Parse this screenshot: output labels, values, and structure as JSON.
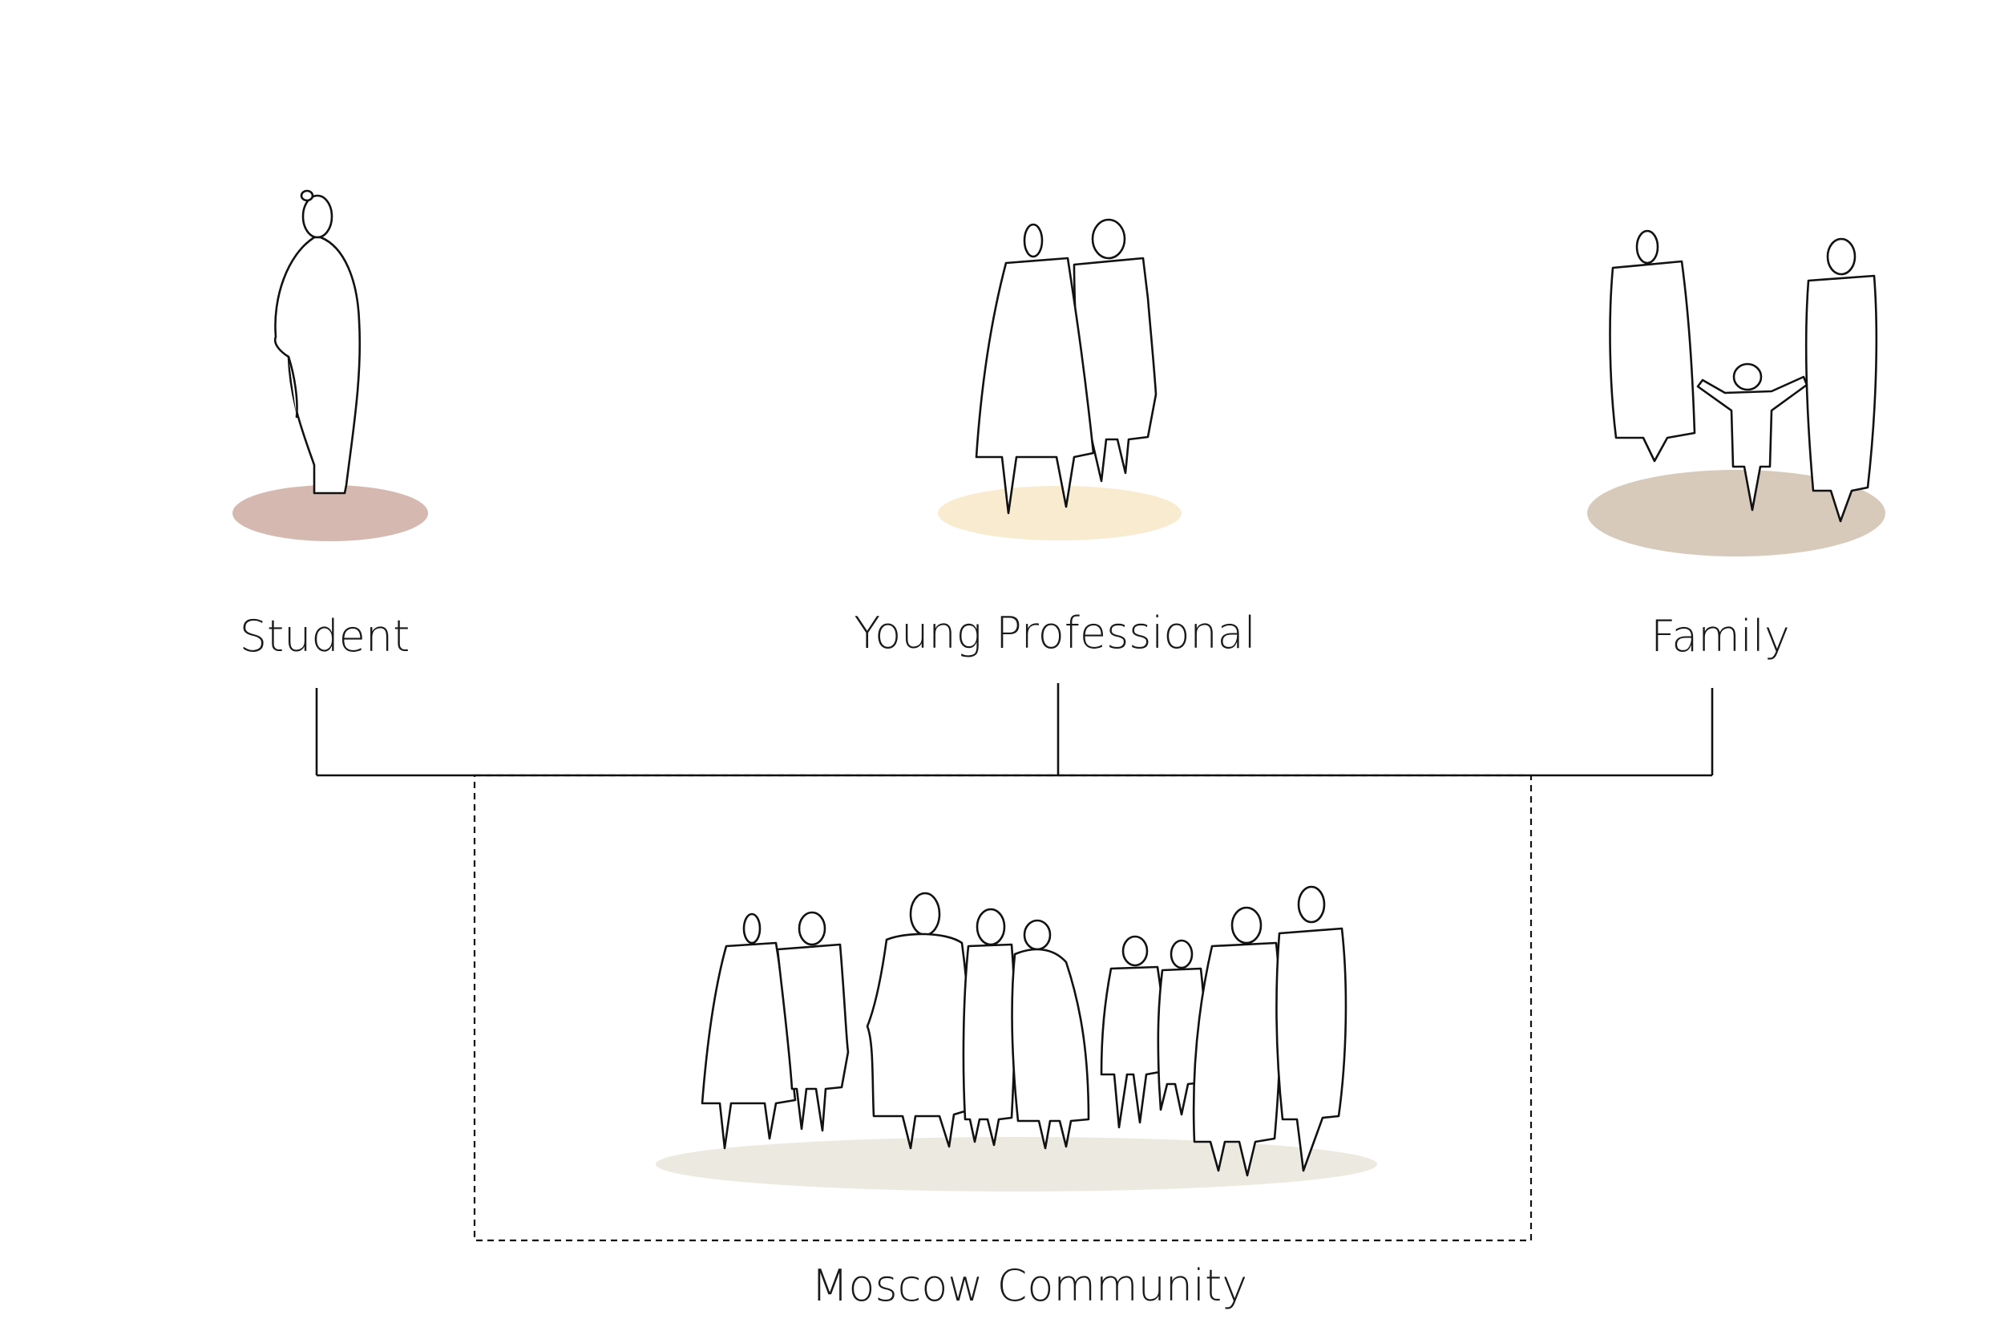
{
  "groups": {
    "student": {
      "label": "Student",
      "color": "#d5b9b0"
    },
    "young_professional": {
      "label": "Young Professional",
      "color": "#f8ebcf"
    },
    "family": {
      "label": "Family",
      "color": "#d8cabb"
    }
  },
  "community": {
    "label": "Moscow Community",
    "color": "#ece9e1"
  }
}
